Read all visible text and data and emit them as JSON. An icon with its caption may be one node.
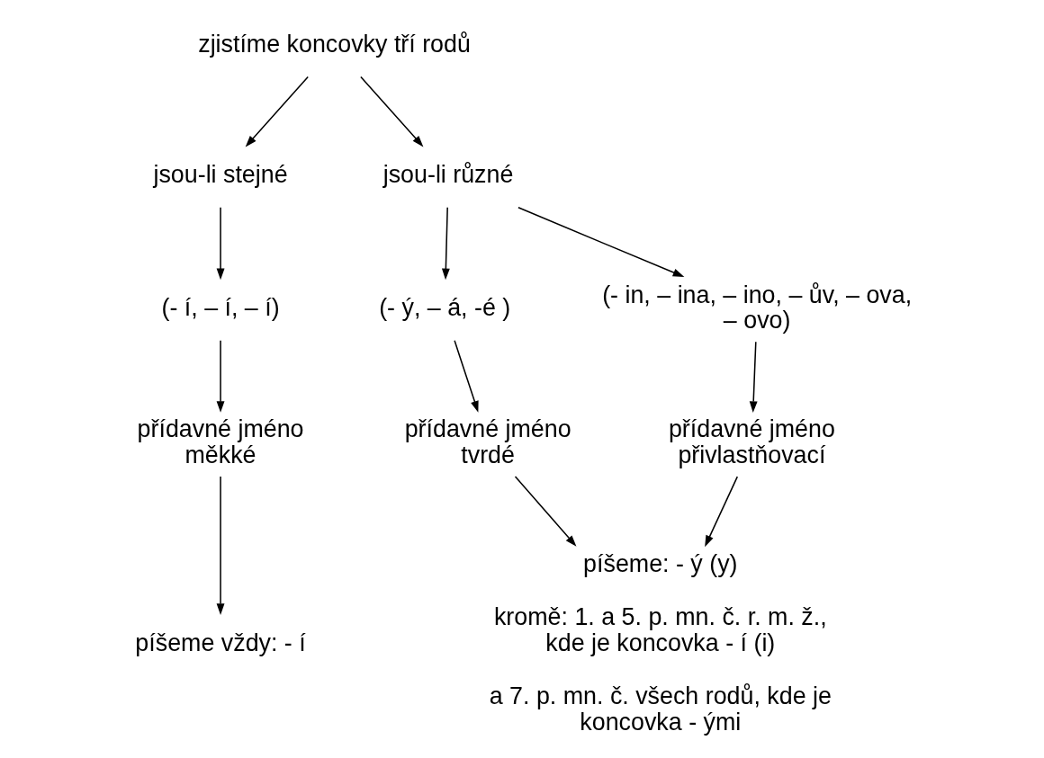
{
  "diagram": {
    "nodes": [
      {
        "text": [
          "zjistíme koncovky tří rodů"
        ]
      },
      {
        "text": [
          "jsou-li stejné"
        ]
      },
      {
        "text": [
          "jsou-li různé"
        ]
      },
      {
        "text": [
          "(- í, – í, – í)"
        ]
      },
      {
        "text": [
          "(- ý, – á, -é )"
        ]
      },
      {
        "text": [
          "(- in, – ina, – ino, – ův, – ova, – ovo)"
        ]
      },
      {
        "text": [
          "přídavné jméno měkké"
        ]
      },
      {
        "text": [
          "přídavné jméno tvrdé"
        ]
      },
      {
        "text": [
          "přídavné jméno přivlastňovací"
        ]
      },
      {
        "text": [
          "píšeme vždy: - í"
        ]
      },
      {
        "text": [
          "píšeme: - ý (y)",
          "kromě: 1. a 5. p. mn. č. r. m. ž., kde je koncovka - í (i)",
          "a 7. p. mn. č. všech rodů, kde je koncovka - ými"
        ]
      }
    ],
    "edges": [
      {
        "from": 0,
        "to": 1,
        "arrow": "to"
      },
      {
        "from": 0,
        "to": 2,
        "arrow": "to"
      },
      {
        "from": 1,
        "to": 3,
        "arrow": "to"
      },
      {
        "from": 2,
        "to": 4,
        "arrow": "to"
      },
      {
        "from": 2,
        "to": 5,
        "arrow": "to"
      },
      {
        "from": 3,
        "to": 6,
        "arrow": "to"
      },
      {
        "from": 4,
        "to": 7,
        "arrow": "to"
      },
      {
        "from": 5,
        "to": 8,
        "arrow": "to"
      },
      {
        "from": 6,
        "to": 9,
        "arrow": "to"
      },
      {
        "from": 7,
        "to": 10,
        "arrow": "to"
      },
      {
        "from": 8,
        "to": 10,
        "arrow": "to"
      }
    ]
  }
}
